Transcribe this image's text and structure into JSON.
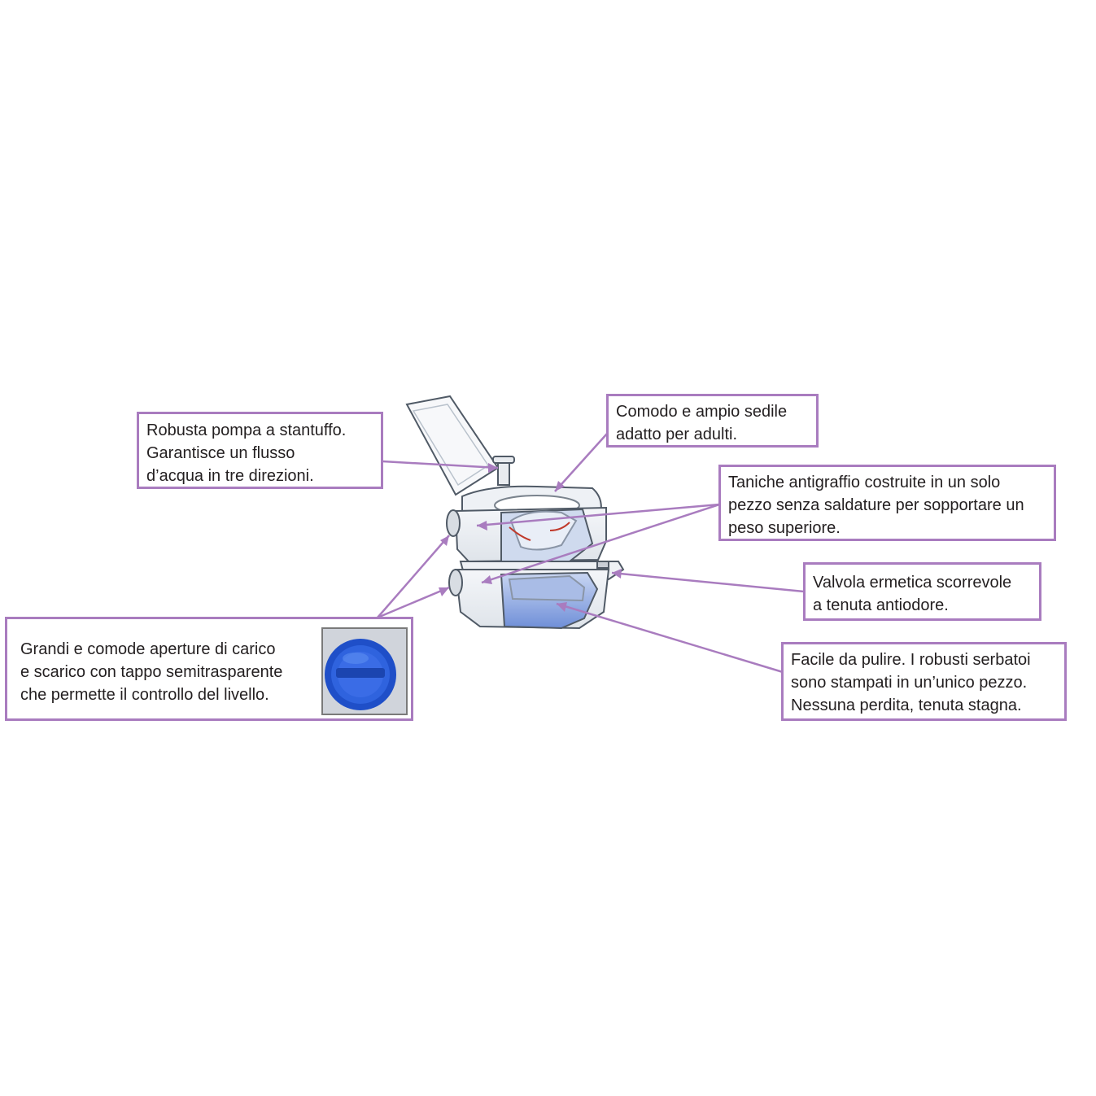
{
  "callouts": {
    "pump": "Robusta pompa a stantuffo.\nGarantisce un flusso\nd’acqua in tre direzioni.",
    "seat": "Comodo e ampio sedile\nadatto per adulti.",
    "tanks": "Taniche antigraffio costruite in un solo\npezzo senza saldature per sopportare un\npeso superiore.",
    "valve": "Valvola ermetica scorrevole\na tenuta antiodore.",
    "openings": "Grandi e comode aperture di carico\ne scarico con tappo semitrasparente\nche permette il controllo del livello.",
    "clean": "Facile da pulire. I robusti serbatoi\nsono stampati in un’unico pezzo.\nNessuna perdita, tenuta stagna."
  },
  "colors": {
    "callout_border": "#a97cbf",
    "leader_line": "#a97cbf",
    "water": "#6f8fd8",
    "cap_blue": "#1f4fc8",
    "outline": "#505a66"
  }
}
